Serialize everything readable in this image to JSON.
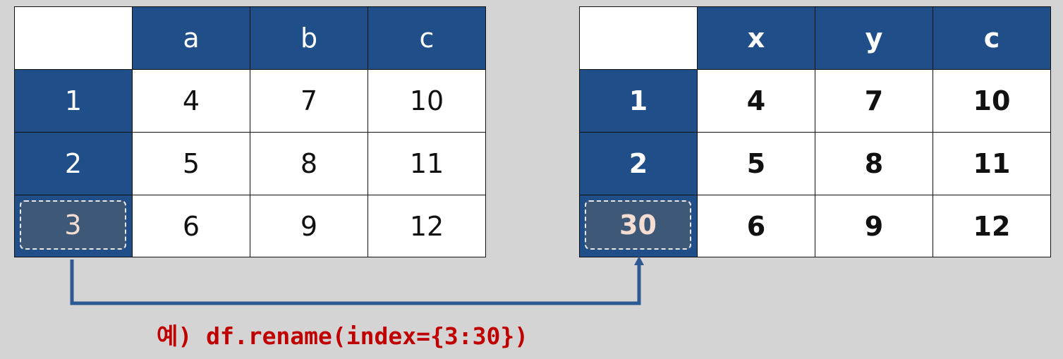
{
  "left_table": {
    "columns": [
      "a",
      "b",
      "c"
    ],
    "rows": [
      {
        "index": "1",
        "values": [
          "4",
          "7",
          "10"
        ]
      },
      {
        "index": "2",
        "values": [
          "5",
          "8",
          "11"
        ]
      },
      {
        "index": "3",
        "values": [
          "6",
          "9",
          "12"
        ]
      }
    ]
  },
  "right_table": {
    "columns": [
      "x",
      "y",
      "c"
    ],
    "rows": [
      {
        "index": "1",
        "values": [
          "4",
          "7",
          "10"
        ]
      },
      {
        "index": "2",
        "values": [
          "5",
          "8",
          "11"
        ]
      },
      {
        "index": "30",
        "values": [
          "6",
          "9",
          "12"
        ]
      }
    ]
  },
  "caption": "예) df.rename(index={3:30})",
  "colors": {
    "header_fill": "#1f4e89",
    "highlight_fill": "#3e5878",
    "caption_red": "#c00000",
    "arrow": "#2e5a94",
    "background": "#d4d4d4"
  }
}
